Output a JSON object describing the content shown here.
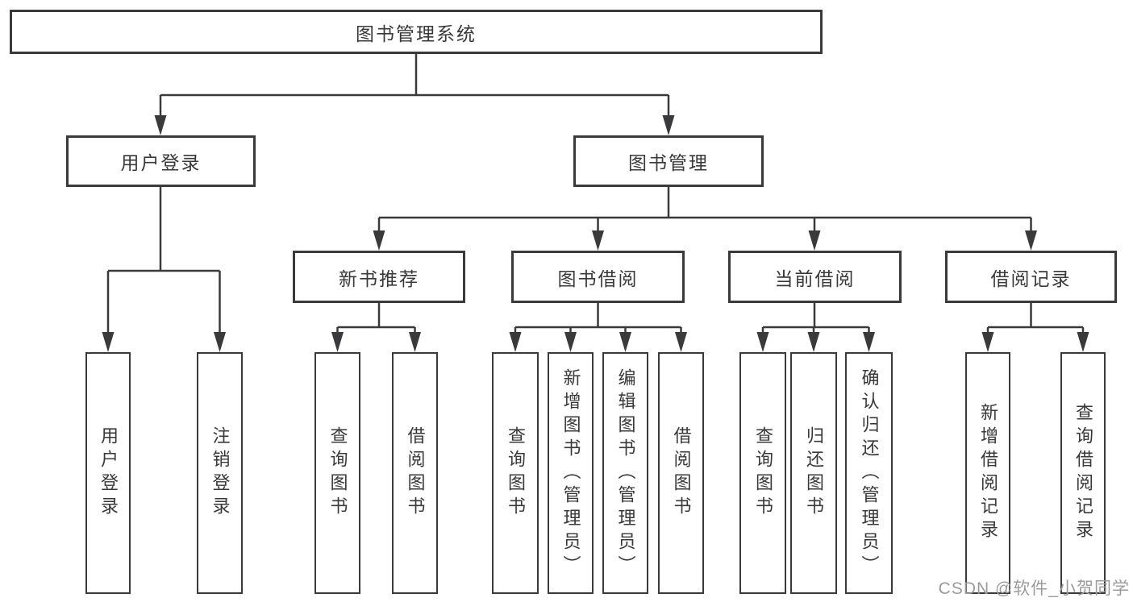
{
  "tree": {
    "root": {
      "label": "图书管理系统"
    },
    "branches": [
      {
        "label": "用户登录",
        "children": [
          {
            "label": "用户登录"
          },
          {
            "label": "注销登录"
          }
        ]
      },
      {
        "label": "图书管理",
        "children": [
          {
            "label": "新书推荐",
            "children": [
              {
                "label": "查询图书"
              },
              {
                "label": "借阅图书"
              }
            ]
          },
          {
            "label": "图书借阅",
            "children": [
              {
                "label": "查询图书"
              },
              {
                "label": "新增图书（管理员）"
              },
              {
                "label": "编辑图书（管理员）"
              },
              {
                "label": "借阅图书"
              }
            ]
          },
          {
            "label": "当前借阅",
            "children": [
              {
                "label": "查询图书"
              },
              {
                "label": "归还图书"
              },
              {
                "label": "确认归还（管理员）"
              }
            ]
          },
          {
            "label": "借阅记录",
            "children": [
              {
                "label": "新增借阅记录"
              },
              {
                "label": "查询借阅记录"
              }
            ]
          }
        ]
      }
    ]
  },
  "watermark": "CSDN @软件_小贺同学",
  "colors": {
    "line": "#3a3a3c",
    "text": "#39393b",
    "watermark": "#9b9b9d",
    "background": "#ffffff"
  }
}
